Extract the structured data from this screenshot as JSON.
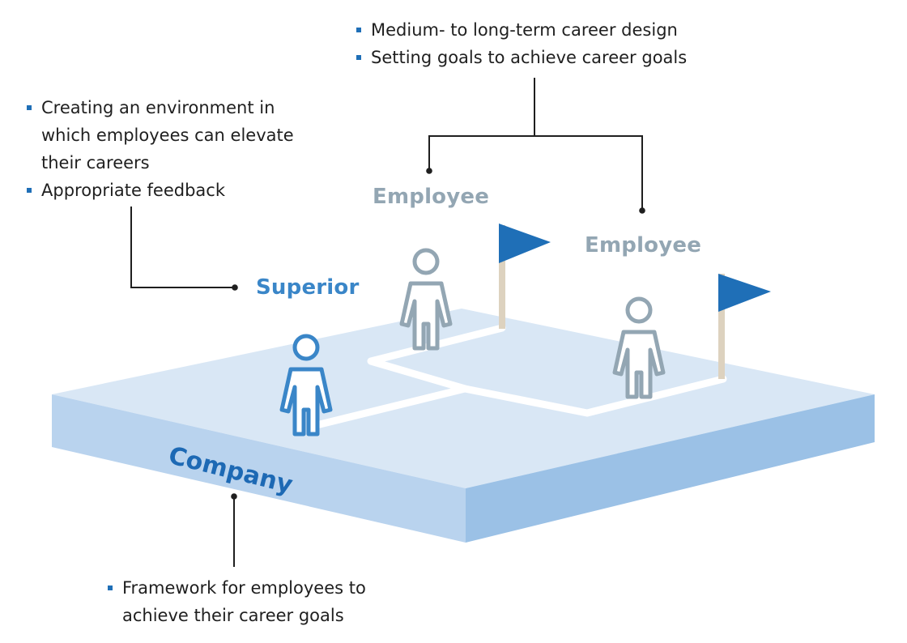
{
  "notes": {
    "employee_goals": [
      "Medium- to long-term career design",
      "Setting goals to achieve career goals"
    ],
    "superior_roles": [
      "Creating an environment in which employees can elevate their careers",
      "Appropriate feedback"
    ],
    "company_role": [
      "Framework for employees to achieve their career goals"
    ]
  },
  "labels": {
    "superior": "Superior",
    "employee_1": "Employee",
    "employee_2": "Employee",
    "company": "Company"
  },
  "colors": {
    "platform_top": "#d9e7f5",
    "platform_front": "#b9d3ee",
    "platform_side": "#9bc1e6",
    "superior": "#3a86c8",
    "employee": "#93a6b3",
    "flag": "#1f6fb7",
    "flag_pole": "#ddd2bf",
    "company_text": "#1d69b4",
    "leader_line": "#1f1f1f"
  },
  "icons": [
    "person-icon",
    "flag-icon"
  ]
}
